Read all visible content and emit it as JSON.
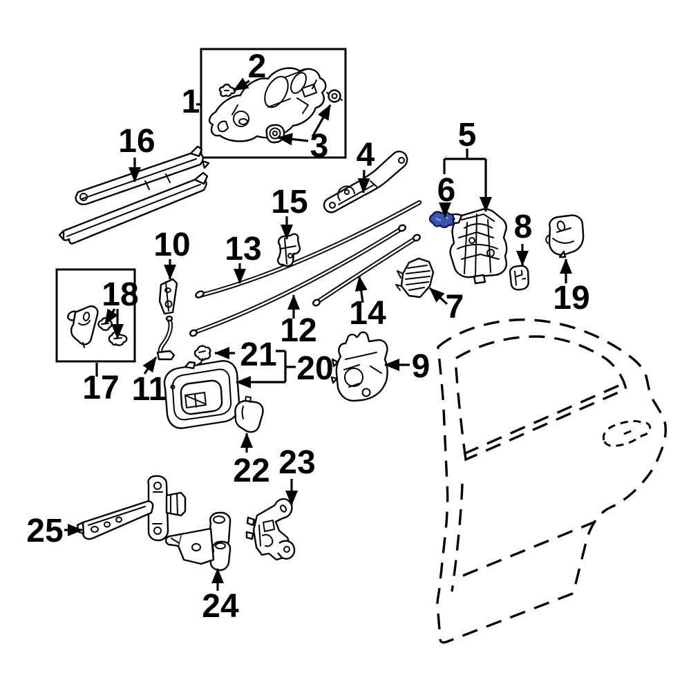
{
  "diagram": {
    "background": "#ffffff",
    "line_color": "#000000",
    "highlight": {
      "fill": "#3a57ab",
      "stroke": "#131c55",
      "accent": "#8fa3d8"
    },
    "callouts": [
      {
        "number": "1"
      },
      {
        "number": "2"
      },
      {
        "number": "3"
      },
      {
        "number": "4"
      },
      {
        "number": "5"
      },
      {
        "number": "6"
      },
      {
        "number": "7"
      },
      {
        "number": "8"
      },
      {
        "number": "9"
      },
      {
        "number": "10"
      },
      {
        "number": "11"
      },
      {
        "number": "12"
      },
      {
        "number": "13"
      },
      {
        "number": "14"
      },
      {
        "number": "15"
      },
      {
        "number": "16"
      },
      {
        "number": "17"
      },
      {
        "number": "18"
      },
      {
        "number": "19"
      },
      {
        "number": "20"
      },
      {
        "number": "21"
      },
      {
        "number": "22"
      },
      {
        "number": "23"
      },
      {
        "number": "24"
      },
      {
        "number": "25"
      }
    ]
  }
}
